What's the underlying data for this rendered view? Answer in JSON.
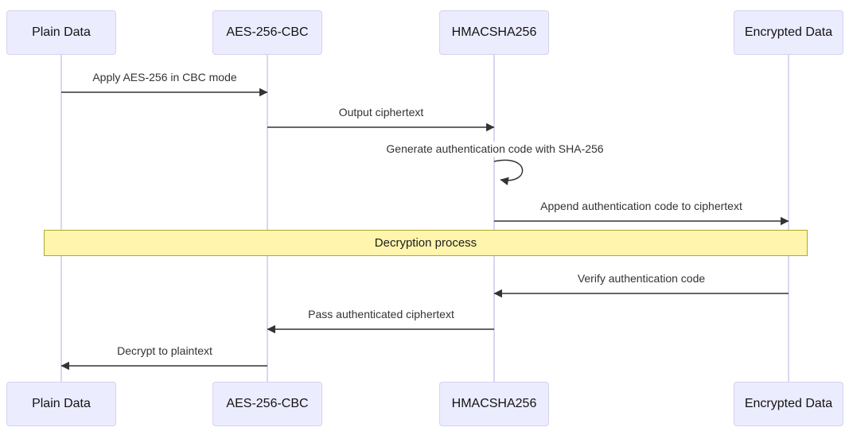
{
  "diagram": {
    "type": "sequence-diagram",
    "participants": [
      {
        "id": "plain-data",
        "label": "Plain Data"
      },
      {
        "id": "aes-256-cbc",
        "label": "AES-256-CBC"
      },
      {
        "id": "hmacsha256",
        "label": "HMACSHA256"
      },
      {
        "id": "encrypted-data",
        "label": "Encrypted Data"
      }
    ],
    "messages": [
      {
        "from": "Plain Data",
        "to": "AES-256-CBC",
        "label": "Apply AES-256 in CBC mode",
        "arrow": "solid-right"
      },
      {
        "from": "AES-256-CBC",
        "to": "HMACSHA256",
        "label": "Output ciphertext",
        "arrow": "solid-right"
      },
      {
        "from": "HMACSHA256",
        "to": "HMACSHA256",
        "label": "Generate authentication code with SHA-256",
        "arrow": "self-loop"
      },
      {
        "from": "HMACSHA256",
        "to": "Encrypted Data",
        "label": "Append authentication code to ciphertext",
        "arrow": "solid-right"
      },
      {
        "from": "Encrypted Data",
        "to": "HMACSHA256",
        "label": "Verify authentication code",
        "arrow": "solid-left"
      },
      {
        "from": "HMACSHA256",
        "to": "AES-256-CBC",
        "label": "Pass authenticated ciphertext",
        "arrow": "solid-left"
      },
      {
        "from": "AES-256-CBC",
        "to": "Plain Data",
        "label": "Decrypt to plaintext",
        "arrow": "solid-left"
      }
    ],
    "section_band": {
      "label": "Decryption process",
      "fill": "#fff5ad",
      "border": "#aaaa33"
    },
    "colors": {
      "actor_fill": "#ececff",
      "actor_border": "#d5d2ee",
      "lifeline": "#cfc9ec",
      "arrow": "#333333",
      "message_text": "#333333"
    }
  }
}
